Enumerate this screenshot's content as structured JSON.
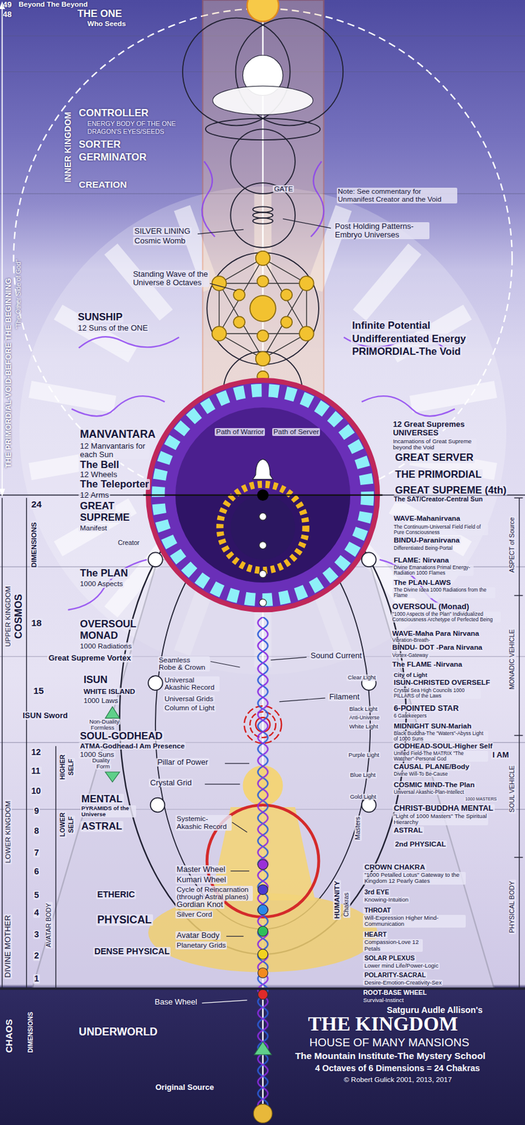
{
  "diagram": {
    "title": "THE KINGDOM",
    "caption": "HOUSE OF MANY MANSIONS",
    "labels": [
      "49",
      "Beyond The Beyond",
      "48",
      "THE ONE",
      "Who Seeds",
      "INNER KINGDOM",
      "CONTROLLER",
      "ENERGY BODY OF THE ONE",
      "DRAGON'S EYES/SEEDS",
      "SORTER",
      "GERMINATOR",
      "CREATION",
      "GATE",
      "Note: See commentary for Unmanifest Creator and the Void",
      "Post Holding Patterns- Embryo Universes",
      "SILVER LINING",
      "Cosmic Womb",
      "Standing Wave of the Universe 8 Octaves",
      "THE PRIMORDIAL-VOID-BEFORE THE BEGINNING",
      "\"The Other Side of God\"",
      "SUNSHIP",
      "12 Suns of the ONE",
      "Infinite Potential",
      "Undifferentiated Energy",
      "PRIMORDIAL-The Void",
      "Path of Warrior",
      "Path of Server",
      "MANVANTARA",
      "12 Manvantaris for each Sun",
      "The Bell",
      "12 Wheels",
      "The Teleporter",
      "12 Arms",
      "12 Great Supremes",
      "UNIVERSES",
      "Incarnations of Great Supreme beyond the Void",
      "GREAT SERVER",
      "THE PRIMORDIAL",
      "GREAT SUPREME (4th)",
      "The SAT/Creator-Central Sun",
      "24",
      "DIMENSIONS",
      "GREAT",
      "SUPREME",
      "Manifest",
      "Creator",
      "The PLAN",
      "1000 Aspects",
      "UPPER KINGDOM",
      "COSMOS",
      "18",
      "OVERSOUL",
      "MONAD",
      "1000 Radiations",
      "Great Supreme Vortex",
      "Seamless Robe & Crown",
      "Universal Akashic Record",
      "Universal Grids",
      "Column of Light",
      "Sound Current",
      "Filament",
      "Clear Light",
      "Black Light",
      "Anti-Universe",
      "White Light",
      "Purple Light",
      "Blue Light",
      "Gold Light",
      "ISUN",
      "WHITE ISLAND",
      "1000 Laws",
      "15",
      "ISUN Sword",
      "Non-Duality",
      "Formless",
      "SOUL-GODHEAD",
      "ATMA-Godhead-I Am Presence",
      "1000 Suns",
      "12",
      "Duality",
      "Form",
      "11",
      "HIGHER",
      "SELF",
      "Pillar of Power",
      "10",
      "Crystal Grid",
      "MENTAL",
      "PYRAMIDS of the Universe",
      "9",
      "ASTRAL",
      "8",
      "LOWER",
      "SELF",
      "Systemic-Akashic Record",
      "7",
      "6",
      "5",
      "4",
      "3",
      "2",
      "1",
      "LOWER KINGDOM",
      "DIVINE MOTHER",
      "AVATAR BODY",
      "Master Wheel",
      "Kumari Wheel",
      "Cycle of Reincarnation (through Astral planes)",
      "Gordian Knot",
      "Silver Cord",
      "Avatar Body",
      "Planetary Grids",
      "ETHERIC",
      "PHYSICAL",
      "DENSE PHYSICAL",
      "Base Wheel",
      "UNDERWORLD",
      "CHAOS",
      "DIMENSIONS",
      "Original Source",
      "WAVE-Mahanirvana",
      "The Continuum-Universal Field Field of Pure Consciousness",
      "BINDU-Paranirvana",
      "Differentiated Being-Portal",
      "FLAME: Nirvana",
      "Divine Emanations Primal Energy-Radiation 1000 Flames",
      "The PLAN-LAWS",
      "The Divine Idea 1000 Radiations from the Flame",
      "OVERSOUL (Monad)",
      "\"1000 Aspects of the Plan\" Individualized Consciousness Archetype of Perfected Being",
      "WAVE-Maha Para Nirvana",
      "Vibration-Breath-",
      "BINDU- DOT -Para Nirvana",
      "Vortex-Gateway",
      "The FLAME -Nirvana",
      "City of Light",
      "ISUN-CHRISTED OVERSELF",
      "Crystal Sea High Councils 1000 PILLARS of the Laws",
      "6-POINTED STAR",
      "6 Gatekeepers",
      "MIDNIGHT SUN-Mariah",
      "Black Buddha-The \"Waters\"-Abyss Light of 1000 Suns",
      "GODHEAD-SOUL-Higher Self",
      "I AM",
      "Unified Field-The MATRIX \"The Watcher\"-Personal God",
      "CAUSAL PLANE/Body",
      "Divine Will-To Be-Cause",
      "COSMIC MIND-The Plan",
      "Universal Akashic-Plan-Intellect",
      "1000 MASTERS",
      "CHRIST-BUDDHA MENTAL",
      "\"Light of 1000 Masters\" The Spiritual Hierarchy",
      "ASTRAL",
      "2nd PHYSICAL",
      "Masters",
      "HUMANITY",
      "Chakras",
      "CROWN CHAKRA",
      "\"1000 Petalled Lotus\" Gateway to the Kingdom 12 Pearly Gates",
      "3rd EYE",
      "Knowing-Intuition",
      "THROAT",
      "Will-Expression Higher Mind-Communication",
      "HEART",
      "Compassion-Love 12 Petals",
      "SOLAR PLEXUS",
      "Lower mind Life/Power-Logic",
      "POLARITY-SACRAL",
      "Desire-Emotion-Creativity-Sex",
      "ROOT-BASE WHEEL",
      "Survival-Instinct",
      "Satguru Audle Allison's",
      "The Mountain Institute-The Mystery School",
      "4 Octaves of 6 Dimensions = 24 Chakras",
      "© Robert Gulick 2001, 2013, 2017",
      "ASPECT of Source",
      "MONADIC VEHICLE",
      "SOUL VEHICLE",
      "PHYSICAL BODY"
    ]
  }
}
